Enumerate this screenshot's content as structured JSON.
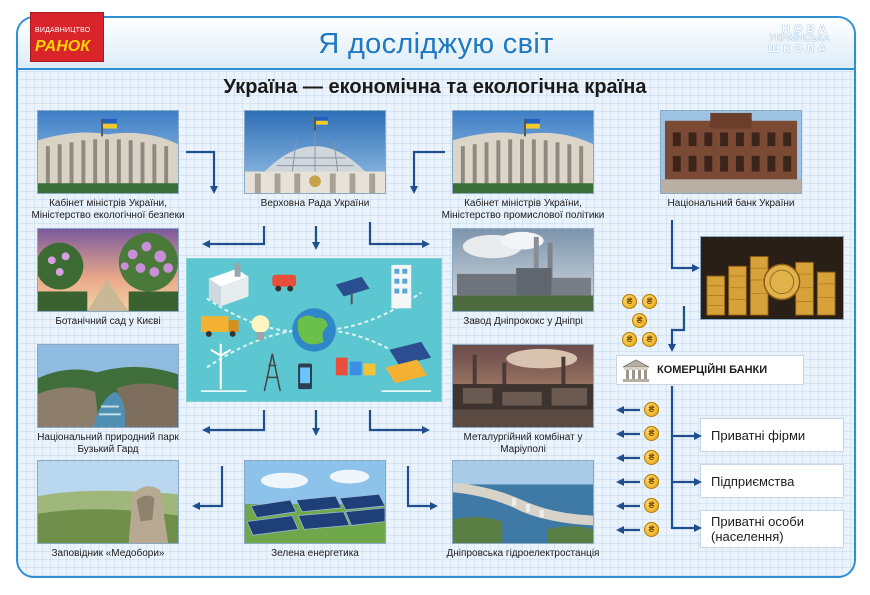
{
  "header": {
    "title": "Я досліджую світ",
    "publisher_small": "ВИДАВНИЦТВО",
    "publisher_big": "РАНОК",
    "series_line1": "НОВА",
    "series_line2": "УКРАЇНСЬКА",
    "series_line3": "ШКОЛА"
  },
  "main": {
    "heading": "Україна — економічна та екологічна країна"
  },
  "captions": {
    "cabinet_ecology": "Кабінет міністрів України, Міністерство екологічної безпеки",
    "verkhovna_rada": "Верховна Рада України",
    "cabinet_industry": "Кабінет міністрів України, Міністерство промислової політики",
    "national_bank": "Національний банк України",
    "botanical_garden": "Ботанічний сад у Києві",
    "dniprokoks": "Завод Дніпрококс у Дніпрі",
    "buzkyi_gard": "Національний природний парк Бузький Гард",
    "mariupol": "Металургійний комбінат у Маріуполі",
    "medobory": "Заповідник «Медобори»",
    "green_energy": "Зелена енергетика",
    "dnipro_hpp": "Дніпровська гідроелектростанція"
  },
  "banks": {
    "label": "КОМЕРЦІЙНІ БАНКИ",
    "clients": [
      "Приватні фірми",
      "Підприємства",
      "Приватні особи (населення)"
    ]
  },
  "colors": {
    "accent": "#2f8fd3",
    "arrow": "#1f4f8f",
    "coin": "#e2a000",
    "publisher_red": "#d8242a"
  },
  "icons": {
    "coin": "hryvnia-coin-icon",
    "bank": "bank-building-icon"
  },
  "coin_symbol": "₴"
}
